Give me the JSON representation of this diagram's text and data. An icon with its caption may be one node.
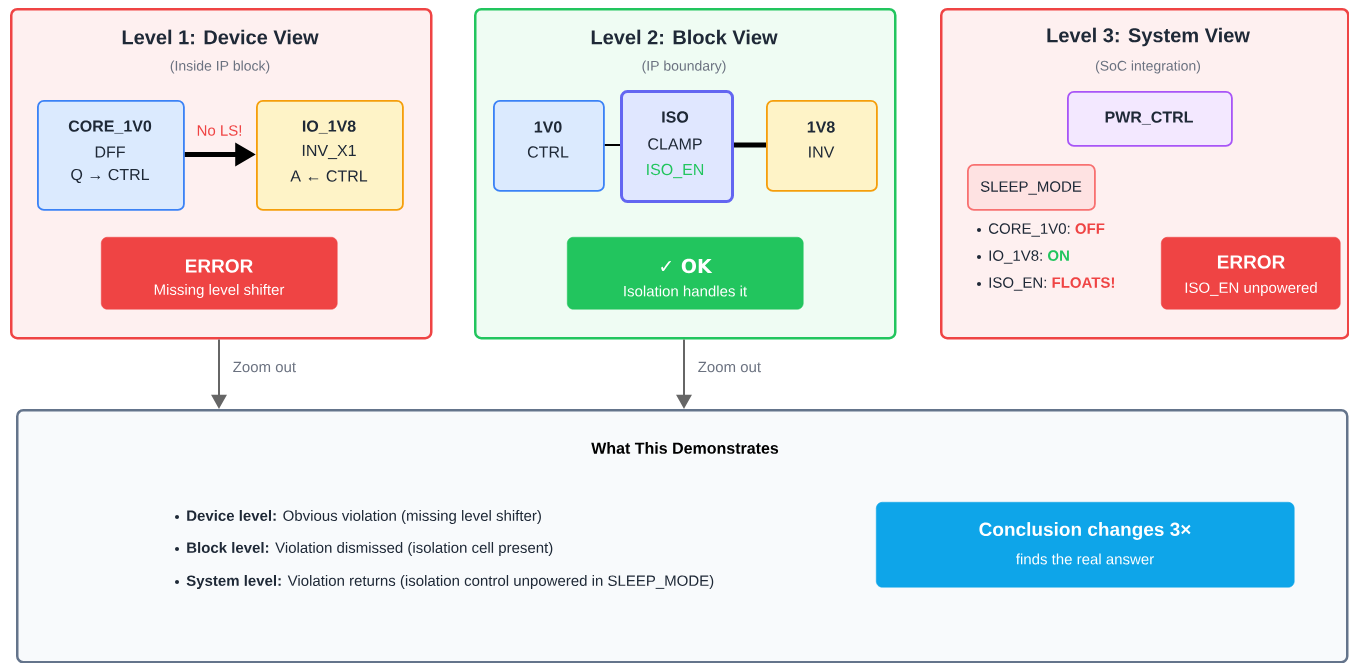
{
  "diagram": {
    "nodes": [
      {
        "text": [
          "Level 1: Device View",
          "(Inside IP block)"
        ]
      },
      {
        "text": [
          "CORE_1V0",
          "DFF",
          "Q → CTRL"
        ],
        "in": 0
      },
      {
        "text": [
          "IO_1V8",
          "INV_X1",
          "A ← CTRL"
        ],
        "in": 0
      },
      {
        "text": [
          "ERROR",
          "Missing level shifter"
        ],
        "in": 0
      },
      {
        "text": [
          "Level 2: Block View",
          "(IP boundary)"
        ]
      },
      {
        "text": [
          "1V0",
          "CTRL"
        ],
        "in": 4
      },
      {
        "text": [
          "ISO",
          "CLAMP",
          "ISO_EN"
        ],
        "in": 4
      },
      {
        "text": [
          "1V8",
          "INV"
        ],
        "in": 4
      },
      {
        "text": [
          "✓ OK",
          "Isolation handles it"
        ],
        "in": 4
      },
      {
        "text": [
          "Level 3: System View",
          "(SoC integration)",
          "CORE_1V0:",
          "OFF",
          "IO_1V8:",
          "ON",
          "ISO_EN:",
          "FLOATS!"
        ]
      },
      {
        "text": [
          "PWR_CTRL"
        ],
        "in": 9
      },
      {
        "text": [
          "SLEEP_MODE"
        ],
        "in": 9
      },
      {
        "text": [
          "ERROR",
          "ISO_EN unpowered"
        ],
        "in": 9
      },
      {
        "text": [
          "What This Demonstrates",
          "**Device level:** Obvious violation (missing level shifter)",
          "**Block level:** Violation dismissed (isolation cell present)",
          "**System level:** Violation returns (isolation control unpowered in SLEEP_MODE)"
        ]
      },
      {
        "text": [
          "Conclusion changes 3×",
          "finds the real answer"
        ],
        "in": 13
      }
    ],
    "edges": [
      {
        "from": 1,
        "to": 2,
        "arrow": "to",
        "label": "No LS!",
        "style": "thick"
      },
      {
        "from": 5,
        "to": 6,
        "arrow": "none"
      },
      {
        "from": 6,
        "to": 7,
        "arrow": "none",
        "style": "thick"
      },
      {
        "from": 0,
        "to": 13,
        "arrow": "to",
        "label": "Zoom out",
        "color": "#666666"
      },
      {
        "from": 4,
        "to": 13,
        "arrow": "to",
        "label": "Zoom out",
        "color": "#666666"
      }
    ]
  }
}
